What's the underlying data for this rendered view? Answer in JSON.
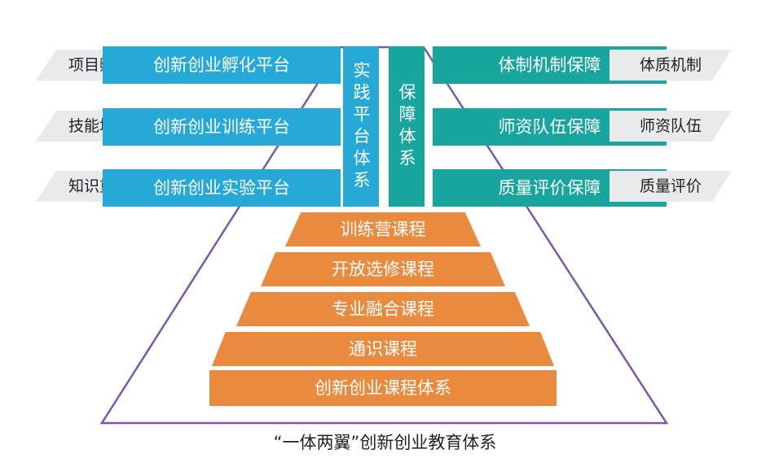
{
  "left_tags": [
    "项目孵化",
    "技能培养",
    "知识重构"
  ],
  "left_platforms": [
    "创新创业孵化平台",
    "创新创业训练平台",
    "创新创业实验平台"
  ],
  "center_columns": {
    "practice": "实践平台体系",
    "support": "保障体系"
  },
  "right_guarantees": [
    "体制机制保障",
    "师资队伍保障",
    "质量评价保障"
  ],
  "right_tags": [
    "体质机制",
    "师资队伍",
    "质量评价"
  ],
  "pyramid_tiers": [
    "训练营课程",
    "开放选修课程",
    "专业融合课程",
    "通识课程",
    "创新创业课程体系"
  ],
  "caption": "“一体两翼”创新创业教育体系",
  "colors": {
    "blue": "#27a9d8",
    "teal": "#17a59e",
    "orange": "#ea8a3f",
    "frame": "#7b59a8"
  }
}
